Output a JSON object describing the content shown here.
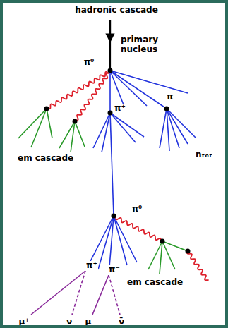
{
  "diagram": {
    "title": "hadronic cascade",
    "labels": [
      "primary nucleus",
      "π⁰",
      "π⁺",
      "π⁻",
      "em cascade",
      "nₜₒₜ",
      "π⁰",
      "em cascade",
      "π⁺",
      "π⁻",
      "μ⁺",
      "ν",
      "μ⁻",
      "ν̄"
    ]
  }
}
